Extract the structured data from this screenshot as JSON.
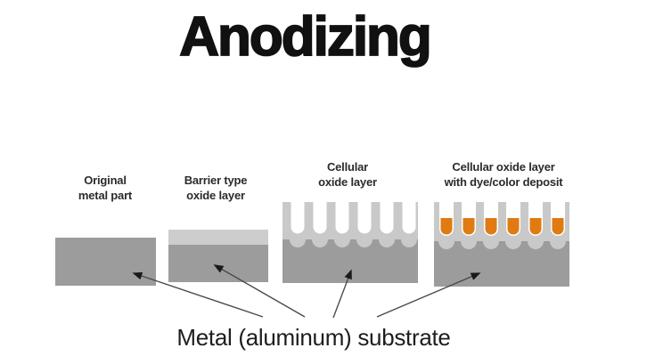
{
  "title": "Anodizing",
  "panels": [
    {
      "label": "Original\nmetal part"
    },
    {
      "label": "Barrier type\noxide layer"
    },
    {
      "label": "Cellular\noxide layer"
    },
    {
      "label": "Cellular oxide layer\nwith dye/color deposit"
    }
  ],
  "substrate_caption": "Metal (aluminum) substrate",
  "colors": {
    "background": "#ffffff",
    "substrate_gray": "#9c9c9c",
    "oxide_gray": "#c9c9c9",
    "barrier_gray": "#cdcdcd",
    "dye_orange": "#df7b12",
    "arrow_shaft": "#4a4a4a",
    "arrow_head": "#1a1a1a",
    "text": "#1e1e1e",
    "label_text": "#2b2b2b"
  }
}
